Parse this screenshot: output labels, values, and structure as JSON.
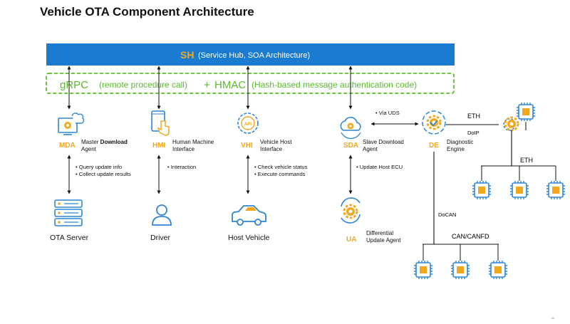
{
  "title": "Vehicle OTA Component Architecture",
  "sh_bar": {
    "abbr": "SH",
    "text": "(Service Hub, SOA Architecture)"
  },
  "grpc_bar": {
    "grpc": "gRPC",
    "grpc_text": "(remote procedure call)",
    "plus": "+",
    "hmac": "HMAC",
    "hmac_text": "(Hash-based message authentication code)"
  },
  "components": {
    "mda": {
      "abbr": "MDA",
      "desc_pre": "Master ",
      "desc_bold": "Download",
      "desc_line2": "Agent",
      "bullets": [
        "Query update info",
        "Collect update results"
      ],
      "target": "OTA Server"
    },
    "hmi": {
      "abbr": "HMI",
      "desc_line1": "Human Machine",
      "desc_line2": "Interface",
      "bullets": [
        "Interaction"
      ],
      "target": "Driver"
    },
    "vhi": {
      "abbr": "VHI",
      "desc_line1": "Vehicle Host",
      "desc_line2": "Interface",
      "bullets": [
        "Check vehicle status",
        "Execute commands"
      ],
      "target": "Host Vehicle"
    },
    "sda": {
      "abbr": "SDA",
      "desc_line1": "Slave Download",
      "desc_line2": "Agent",
      "bullets": [
        "Update Host ECU"
      ],
      "link_label": "Via UDS"
    },
    "ua": {
      "abbr": "UA",
      "desc_line1": "Differential",
      "desc_line2": "Update Agent"
    },
    "de": {
      "abbr": "DE",
      "desc_line1": "Diagnostic",
      "desc_line2": "Engine"
    }
  },
  "network": {
    "eth_top": "ETH",
    "doip": "DoIP",
    "eth_bus": "ETH",
    "docan": "DoCAN",
    "can": "CAN/CANFD"
  },
  "colors": {
    "blue_bar": "#1A7BD0",
    "green": "#5CB82E",
    "orange": "#F0A820",
    "icon_blue": "#2E86D4"
  },
  "page_number": "30"
}
